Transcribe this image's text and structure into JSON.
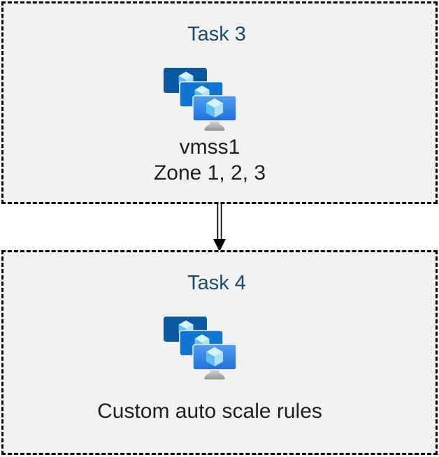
{
  "boxes": [
    {
      "title": "Task 3",
      "icon": "vmss-icon",
      "lines": [
        "vmss1",
        "Zone 1, 2, 3"
      ]
    },
    {
      "title": "Task 4",
      "icon": "vmss-icon",
      "lines": [
        "Custom auto scale rules"
      ]
    }
  ],
  "connector": {
    "type": "double-line-down-arrow",
    "color": "#000000"
  },
  "colors": {
    "page_background": "#ffffff",
    "box_fill": "#f2f2f2",
    "box_border": "#000000",
    "title_text": "#1c4a72",
    "body_text": "#1f1f1f"
  },
  "icon_colors": {
    "monitor_back": "#0b57a0",
    "monitor_middle": "#0f76d2",
    "monitor_front_top": "#4d9ff2",
    "monitor_front_bottom": "#2170da",
    "cube_top": "#d8f2fd",
    "cube_left": "#5ec0ef",
    "cube_right": "#ace3f9",
    "stand_top": "#e2e2e2",
    "stand_bottom": "#949494",
    "outline_gap": "#f2f2f2"
  }
}
